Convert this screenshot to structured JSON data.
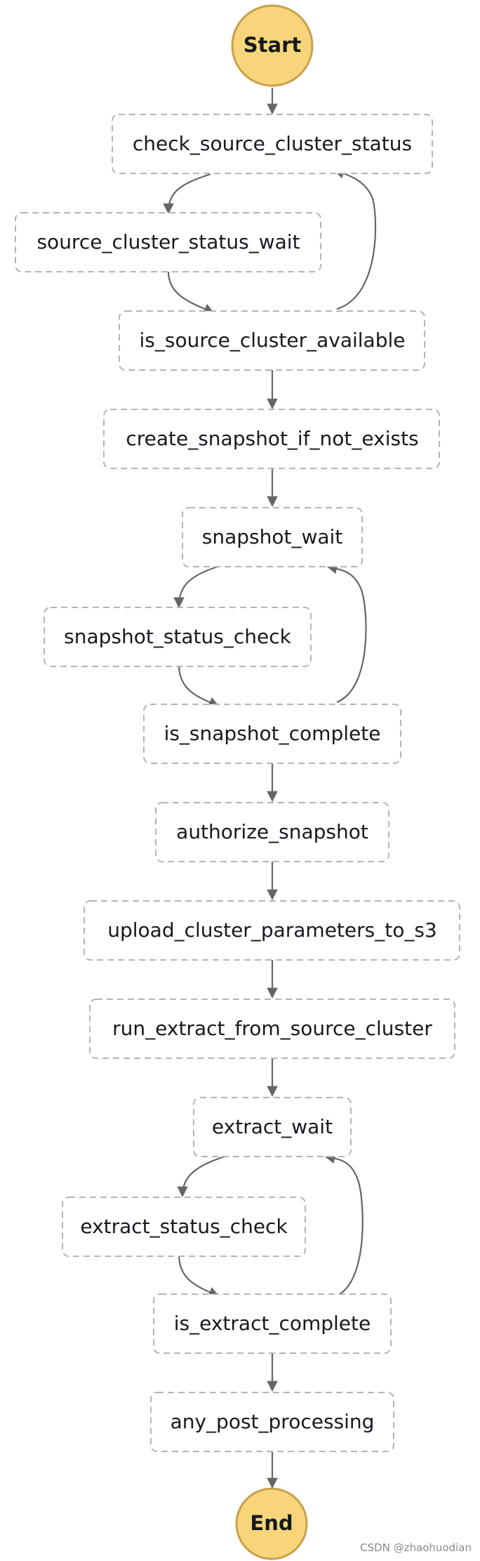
{
  "diagram": {
    "start": "Start",
    "end": "End",
    "states": [
      "check_source_cluster_status",
      "source_cluster_status_wait",
      "is_source_cluster_available",
      "create_snapshot_if_not_exists",
      "snapshot_wait",
      "snapshot_status_check",
      "is_snapshot_complete",
      "authorize_snapshot",
      "upload_cluster_parameters_to_s3",
      "run_extract_from_source_cluster",
      "extract_wait",
      "extract_status_check",
      "is_extract_complete",
      "any_post_processing"
    ]
  },
  "watermark": "CSDN @zhaohuodian",
  "colors": {
    "terminal_fill": "#f8d57b",
    "terminal_stroke": "#c9a04a",
    "node_border": "#b5b5b5",
    "arrow": "#666666"
  }
}
